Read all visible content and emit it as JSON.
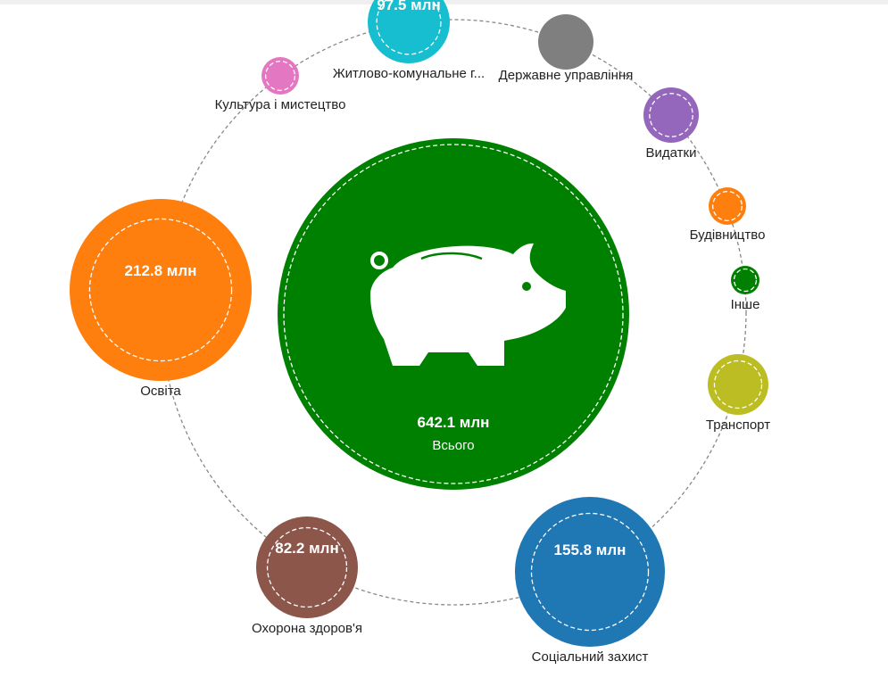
{
  "total": {
    "value": "642.1 млн",
    "label": "Всього",
    "color": "#008000",
    "icon": "piggy-bank-icon"
  },
  "categories": [
    {
      "label": "Житлово-комунальне г...",
      "value": "97.5 млн",
      "color": "#17becf"
    },
    {
      "label": "Державне управління",
      "value": null,
      "color": "#7f7f7f"
    },
    {
      "label": "Культура і мистецтво",
      "value": null,
      "color": "#e377c2"
    },
    {
      "label": "Видатки",
      "value": null,
      "color": "#9467bd"
    },
    {
      "label": "Будівництво",
      "value": null,
      "color": "#ff7f0e"
    },
    {
      "label": "Інше",
      "value": null,
      "color": "#008000"
    },
    {
      "label": "Транспорт",
      "value": null,
      "color": "#bcbd22"
    },
    {
      "label": "Соціальний захист",
      "value": "155.8 млн",
      "color": "#1f77b4"
    },
    {
      "label": "Охорона здоров'я",
      "value": "82.2 млн",
      "color": "#8c564b"
    },
    {
      "label": "Освіта",
      "value": "212.8 млн",
      "color": "#ff7f0e"
    }
  ]
}
